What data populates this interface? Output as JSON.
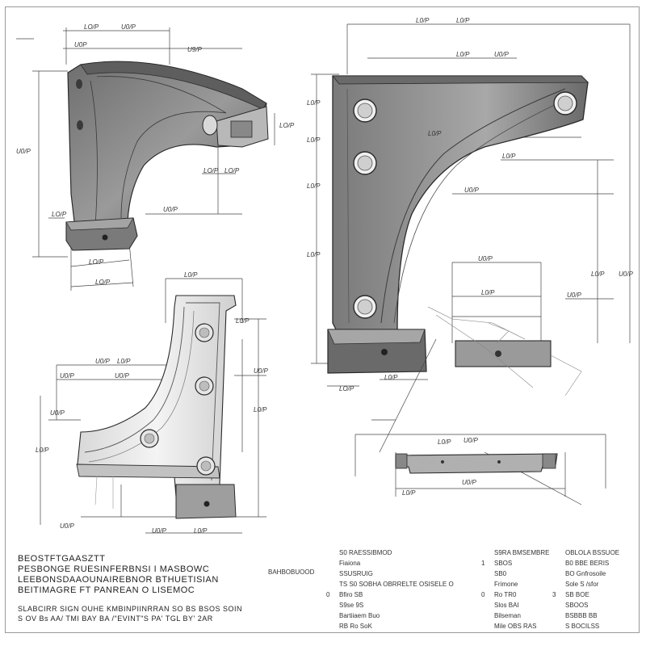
{
  "dimensions": {
    "top_left": [
      "LO/P",
      "U0/P",
      "U0P",
      "U9/P",
      "U0/P",
      "LO/P",
      "LO/P",
      "LO/P",
      "U0/P",
      "LO/P",
      "LO/P",
      "LO/P"
    ],
    "right_view": [
      "L0/P",
      "L0/P",
      "L0/P",
      "U0/P",
      "L0/P",
      "L0/P",
      "L0/P",
      "L0/P",
      "L0/P",
      "L0/P",
      "U0/P",
      "U0/P",
      "L0/P",
      "U0/P",
      "L0/P",
      "U0/P",
      "L0/P",
      "LO/P"
    ],
    "bottom_left": [
      "L0/P",
      "L0/P",
      "U0/P",
      "L0/P",
      "U0/P",
      "U0/P",
      "U0/P",
      "L0/P",
      "U0/P",
      "L0/P",
      "U0/P",
      "L0/P",
      "U0/P"
    ],
    "bottom_right": [
      "L0/P",
      "U0/P",
      "U0/P",
      "L0/P"
    ]
  },
  "title_block": {
    "line1": "BEOSTFTGAASZTT",
    "line2": "PESBONGE RUESINFERBNSI I MASBOWC",
    "line3": "LEEBONSDAAOUNAIREBNOR BTHUETISIAN",
    "line4": "BEITIMAGRE FT PANREAN O LISEMOC",
    "line5": "SLABCIRR SIGN OUHE KMBINPIINRRAN SO BS BSOS SOIN",
    "line6": "S OV Bs AA/ TMI BAY BA /\"EVINT\"S PA' TGL BY' 2AR"
  },
  "ref_label": "BAHBOBUOOD",
  "notes_col1": [
    {
      "num": "",
      "text": "S0 RAESSIBMOD"
    },
    {
      "num": "",
      "text": "Fiaiona"
    },
    {
      "num": "",
      "text": "SSUSRUIG"
    },
    {
      "num": "",
      "text": "TS  S0 SOBHA OBRRELTE OSISELE  O"
    },
    {
      "num": "0",
      "text": "Bfiro SB"
    },
    {
      "num": "",
      "text": "S9se 9S"
    },
    {
      "num": "",
      "text": "Bartiiaem Buo"
    },
    {
      "num": "",
      "text": "RB  Ro SoK"
    }
  ],
  "notes_col2": [
    {
      "num": "",
      "text": "S9RA BMSEMBRE"
    },
    {
      "num": "1",
      "text": "SBOS"
    },
    {
      "num": "",
      "text": "SB0"
    },
    {
      "num": "",
      "text": "Frimone"
    },
    {
      "num": "0",
      "text": "Ro TR0"
    },
    {
      "num": "",
      "text": "Slos BAI"
    },
    {
      "num": "",
      "text": "Bilseman"
    },
    {
      "num": "",
      "text": "Mile OBS RAS"
    }
  ],
  "notes_col3": [
    {
      "num": "",
      "text": "OBLOLA BSSUOE"
    },
    {
      "num": "",
      "text": "B0 BBE BERIS"
    },
    {
      "num": "",
      "text": "BO Gnfrosoile"
    },
    {
      "num": "",
      "text": "Sole S /sfor"
    },
    {
      "num": "3",
      "text": "SB BOE"
    },
    {
      "num": "",
      "text": "SBOOS"
    },
    {
      "num": "",
      "text": "BSBBB BB"
    },
    {
      "num": "",
      "text": "S BOCILSS"
    }
  ],
  "colors": {
    "ink": "#2a2a2a",
    "part_fill": "#8c8c8c",
    "part_dark": "#5a5a5a",
    "part_light": "#c4c4c4",
    "dim_line": "#444444",
    "paper": "#ffffff"
  }
}
